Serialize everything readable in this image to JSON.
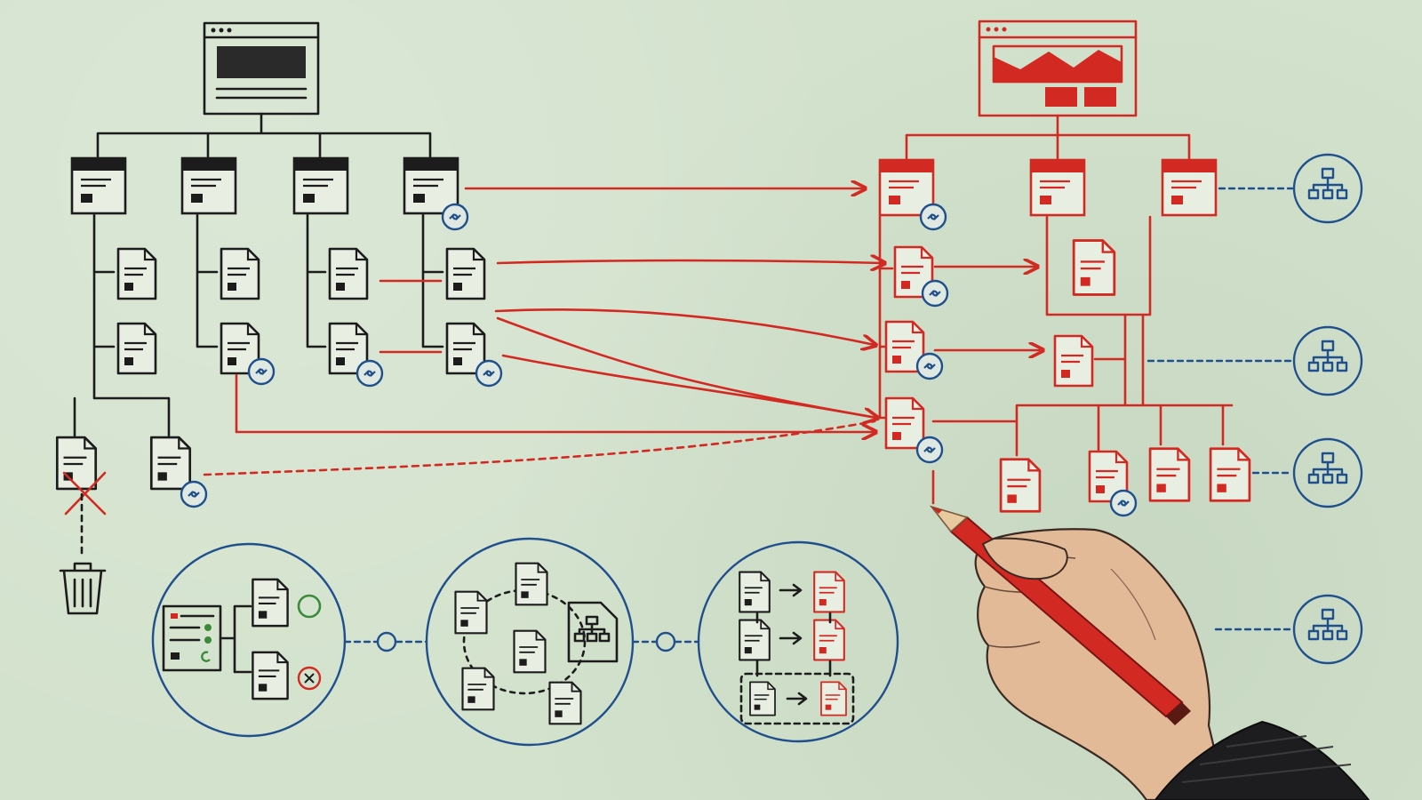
{
  "diagram": {
    "kind": "website-migration-sitemap",
    "legacy_tree": {
      "sections": 4,
      "color": "#1c1c1c"
    },
    "new_tree": {
      "sections": 3,
      "color": "#d22a22"
    },
    "annotation_color": "#1f4f8c",
    "steps": [
      {
        "name": "audit-step",
        "icons": [
          "list-page-icon",
          "document-icon",
          "check-circle-icon",
          "cross-circle-icon"
        ]
      },
      {
        "name": "map-step",
        "icons": [
          "document-icon",
          "sitemap-icon"
        ]
      },
      {
        "name": "redirect-step",
        "icons": [
          "document-icon",
          "arrow-icon",
          "document-icon"
        ]
      }
    ],
    "icons": [
      "browser-window-icon",
      "page-icon",
      "document-icon",
      "link-icon",
      "trash-icon",
      "sitemap-icon",
      "cross-mark-icon",
      "pencil-icon",
      "hand-icon"
    ],
    "text": []
  }
}
